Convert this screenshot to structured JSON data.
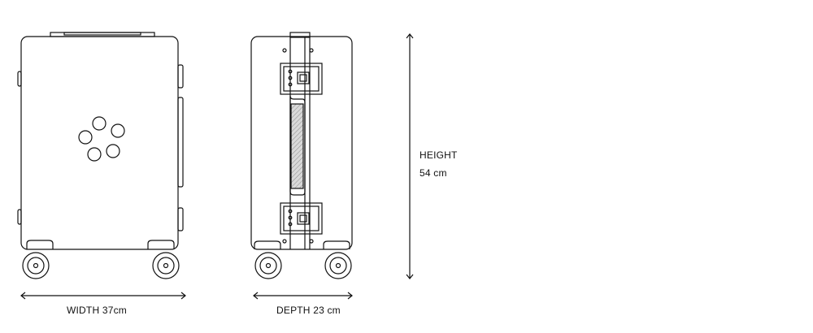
{
  "dimensions": {
    "width_label": "WIDTH 37cm",
    "depth_label": "DEPTH 23 cm",
    "height_title": "HEIGHT",
    "height_value": "54 cm"
  },
  "colors": {
    "line": "#111111",
    "background": "#ffffff",
    "handle_grip": "#bdbdbd"
  }
}
